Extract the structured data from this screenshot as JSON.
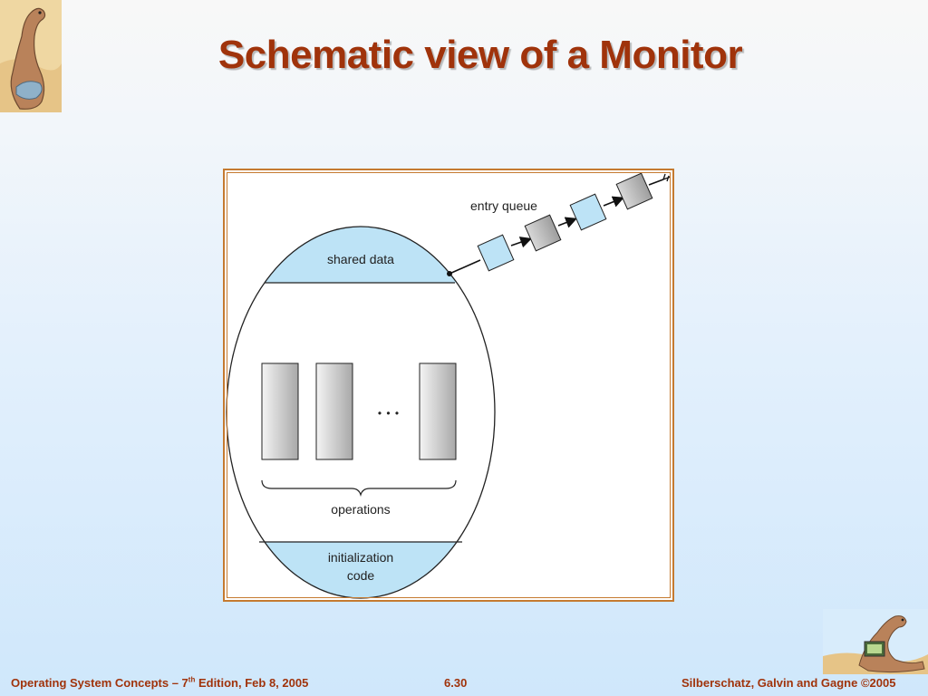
{
  "slide": {
    "title": "Schematic view of a Monitor"
  },
  "diagram": {
    "entry_queue_label": "entry queue",
    "shared_data_label": "shared data",
    "ellipsis": "• • •",
    "operations_label": "operations",
    "init_code_line1": "initialization",
    "init_code_line2": "code"
  },
  "footer": {
    "left_prefix": "Operating System Concepts – 7",
    "left_sup": "th",
    "left_suffix": " Edition, Feb 8, 2005",
    "page": "6.30",
    "right": "Silberschatz, Galvin and Gagne ©2005"
  },
  "colors": {
    "title": "#a0330b",
    "frame": "#c57a30",
    "light_blue": "#bde3f6",
    "gray_box": "#c8c8c8"
  }
}
